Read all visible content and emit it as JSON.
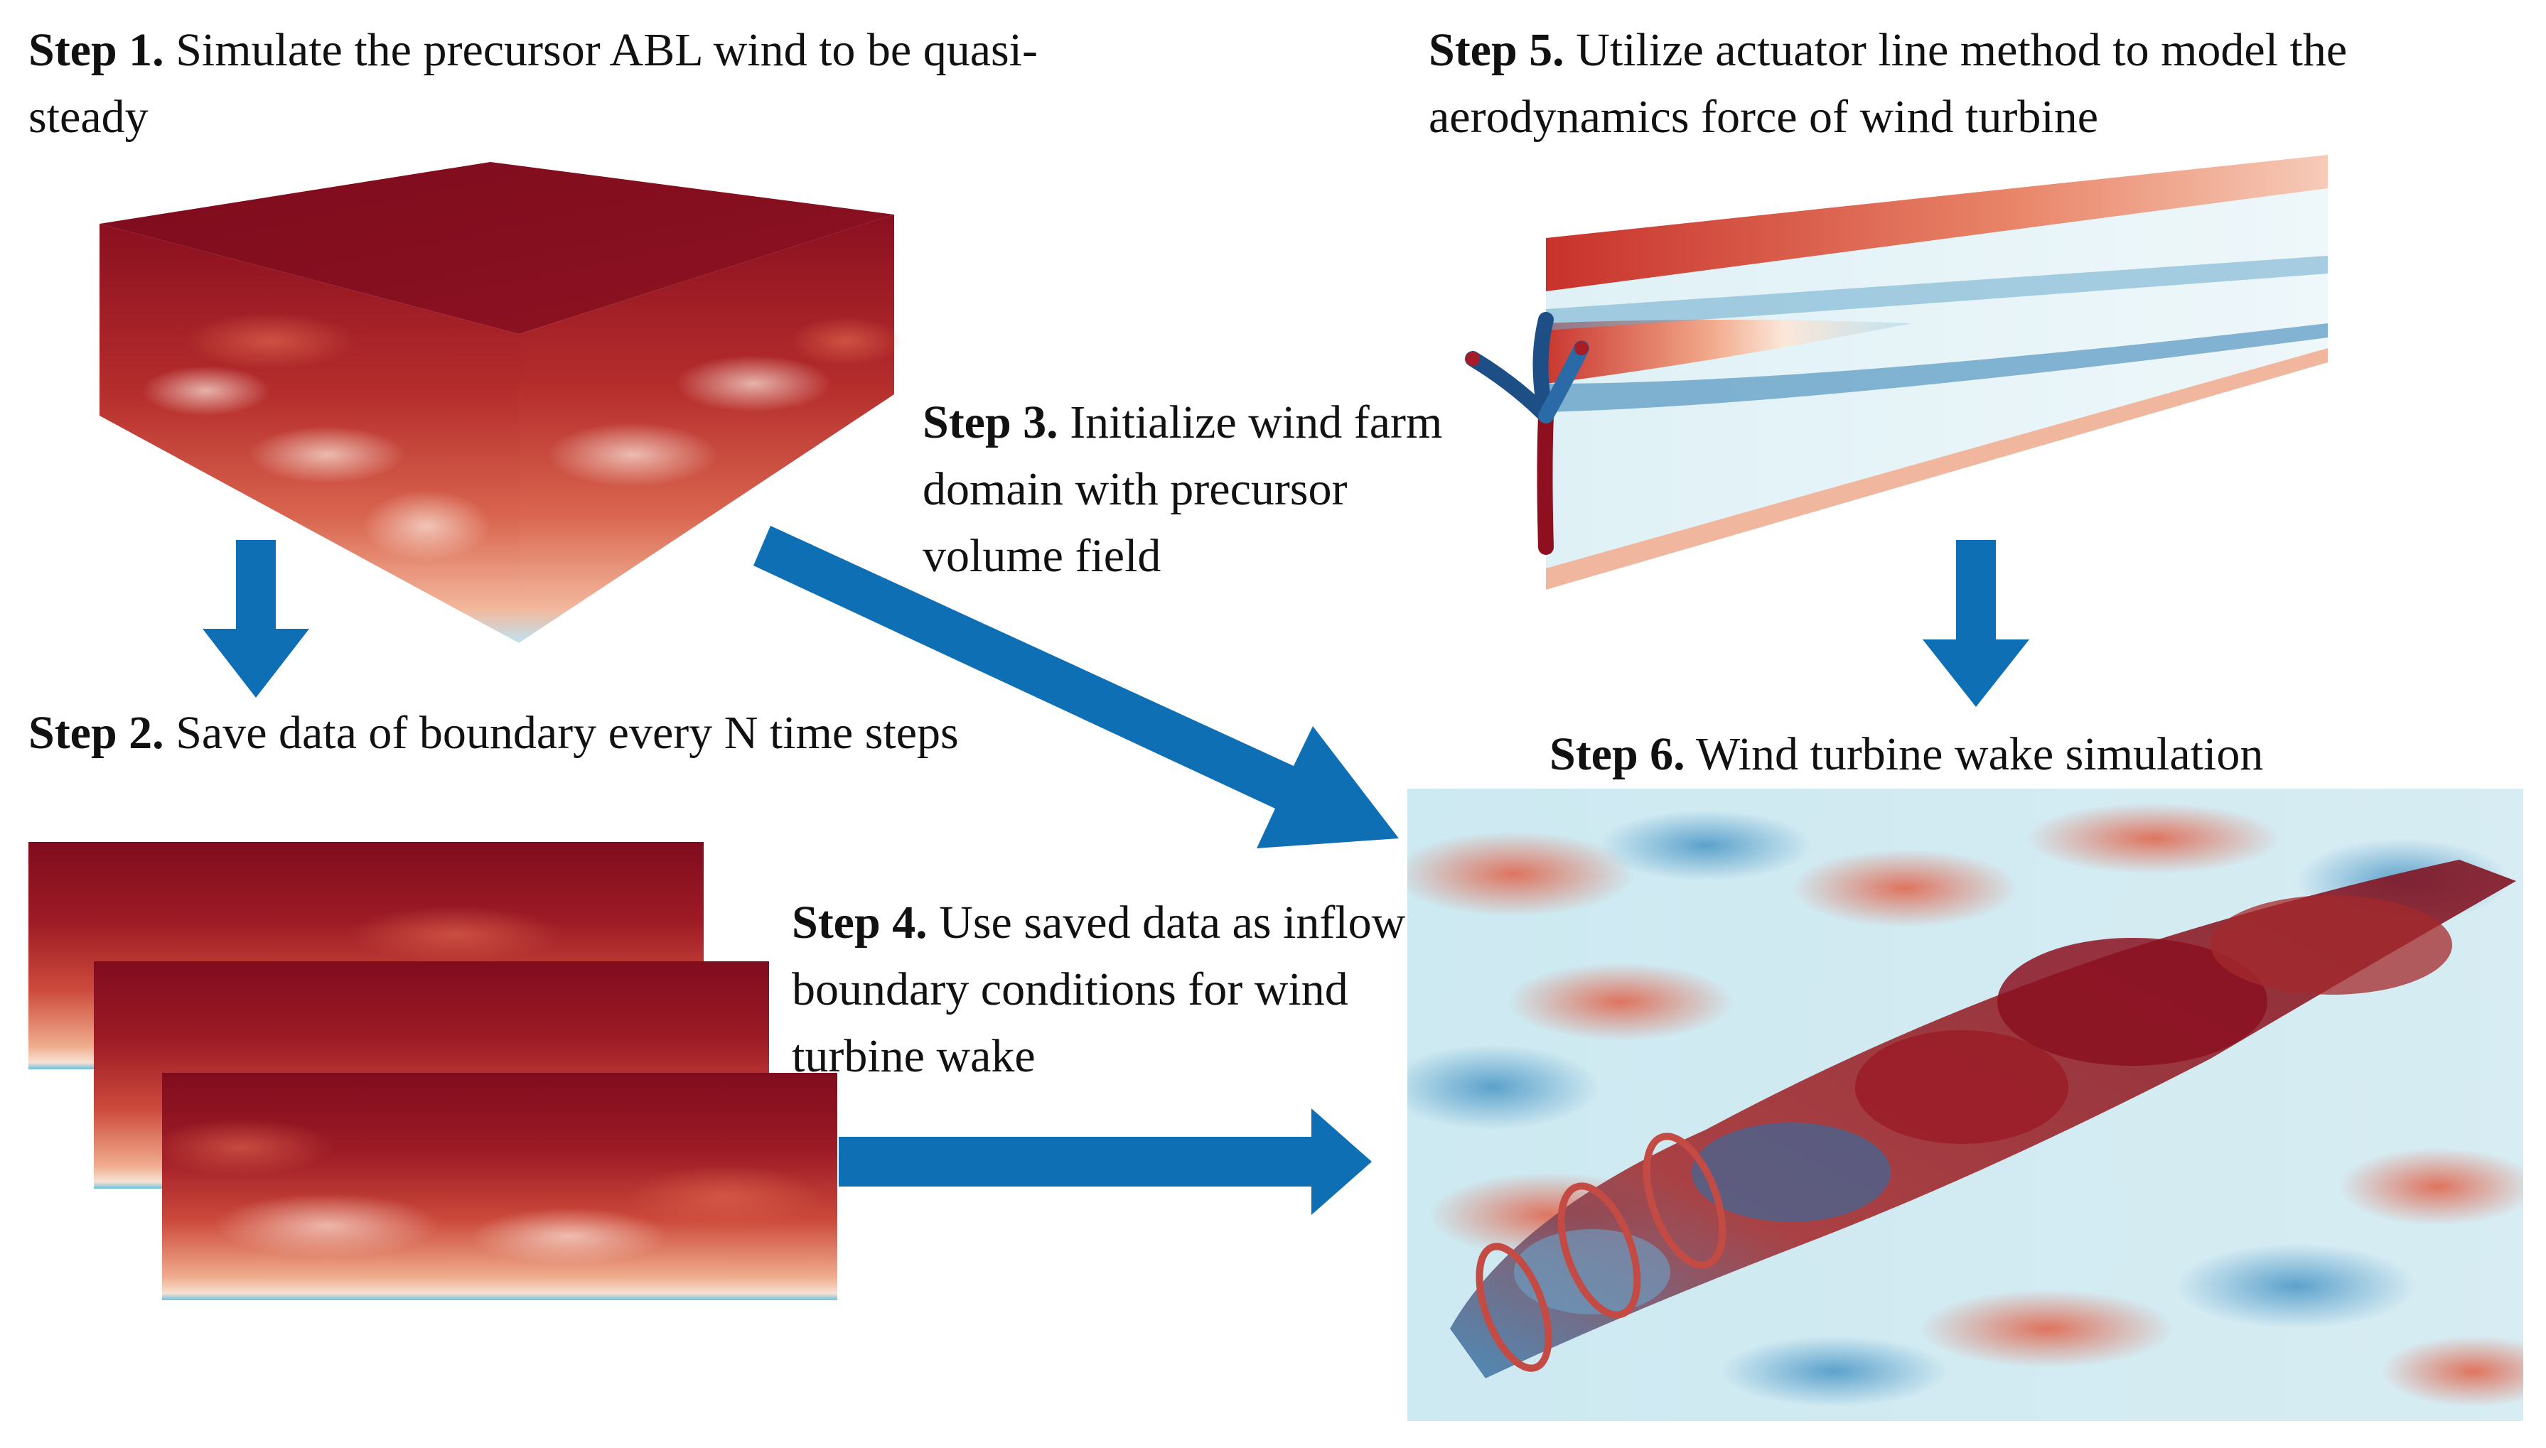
{
  "steps": [
    {
      "label": "Step 1.",
      "text": "Simulate the precursor ABL wind to be quasi-steady"
    },
    {
      "label": "Step 2.",
      "text": "Save data of boundary every N time steps"
    },
    {
      "label": "Step 3.",
      "text": "Initialize wind farm domain with precursor volume field"
    },
    {
      "label": "Step 4.",
      "text": "Use saved data as inflow boundary conditions for wind turbine wake"
    },
    {
      "label": "Step 5.",
      "text": "Utilize actuator line method to model the aerodynamics force of wind turbine"
    },
    {
      "label": "Step 6.",
      "text": "Wind turbine wake simulation"
    }
  ],
  "colors": {
    "arrow": "#0f6fb4",
    "velocity_high": "#8f0c1e",
    "velocity_mid": "#e98c6e",
    "velocity_low": "#cfe9f2",
    "velocity_min": "#1d5f93"
  }
}
